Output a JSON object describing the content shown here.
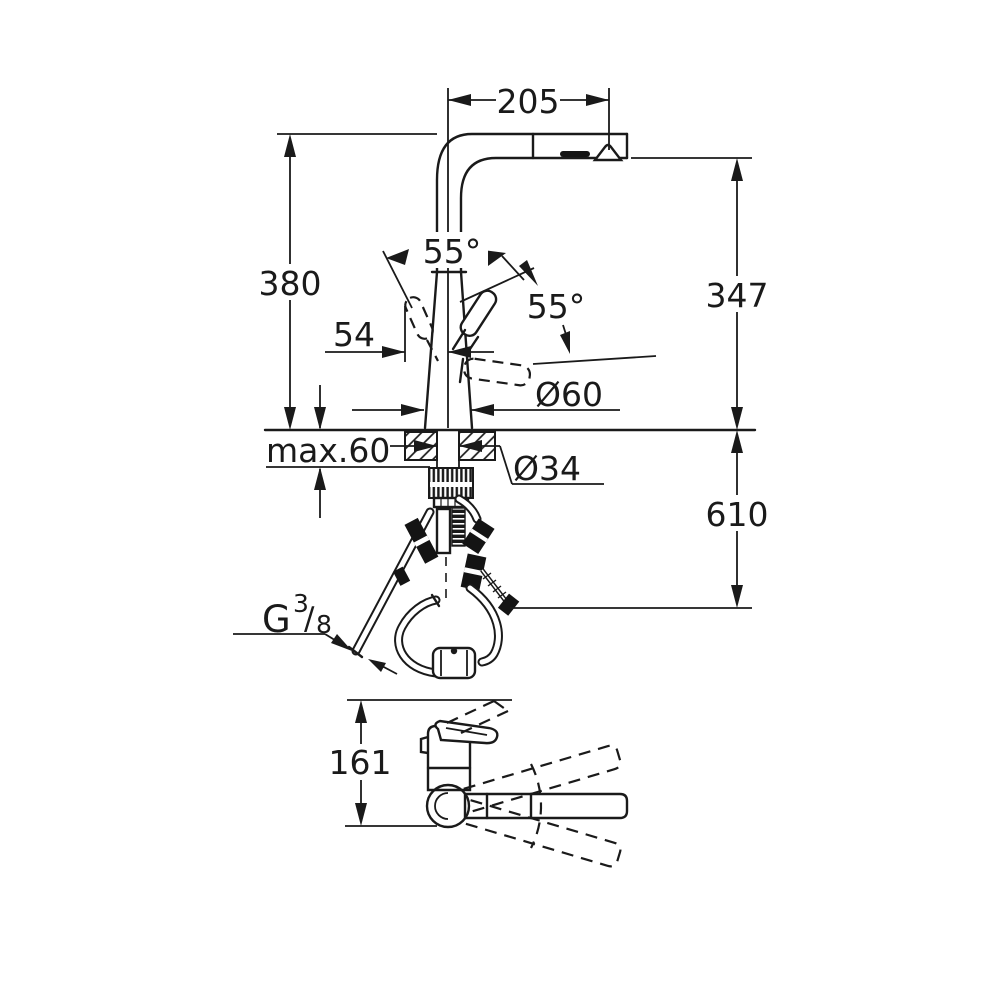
{
  "labels": {
    "reach": "205",
    "height_total": "380",
    "height_outlet": "347",
    "angle_top": "55°",
    "angle_side": "55°",
    "offset_54": "54",
    "dia_base": "Ø60",
    "max_thickness": "max.60",
    "dia_hole": "Ø34",
    "length_below": "610",
    "height_side": "161",
    "thread_prefix": "G",
    "thread_numerator": "3",
    "thread_slash": "/",
    "thread_denominator": "8"
  },
  "colors": {
    "background": "#ffffff",
    "line": "#1a1a1a"
  }
}
